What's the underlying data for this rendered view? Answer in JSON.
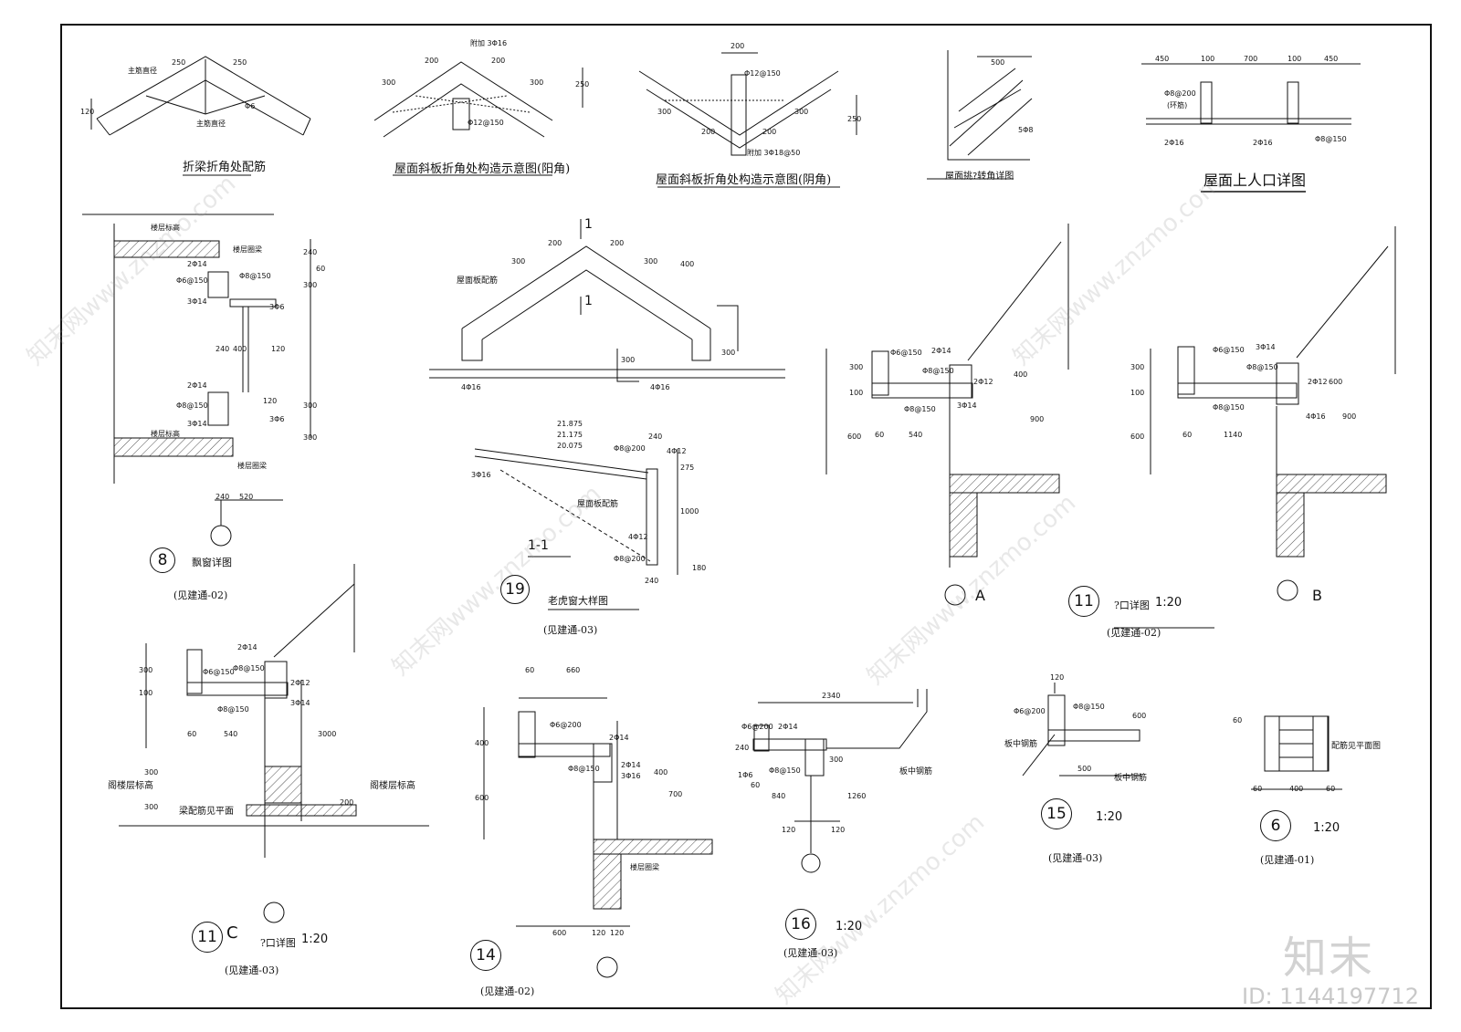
{
  "watermark": {
    "logo": "知末",
    "id_label": "ID: 1144197712",
    "diagonal_text": "知末网www.znzmo.com"
  },
  "sections": {
    "d1": {
      "title": "折梁折角处配筋",
      "labels": [
        "主筋直径",
        "主筋直径",
        "250",
        "250",
        "120",
        "Φ6"
      ]
    },
    "d2": {
      "title": "屋面斜板折角处构造示意图(阳角)",
      "labels": [
        "附加 3Φ16",
        "300",
        "200",
        "200",
        "300",
        "250",
        "Φ12@150"
      ]
    },
    "d3": {
      "title": "屋面斜板折角处构造示意图(阴角)",
      "labels": [
        "200",
        "Φ12@150",
        "300",
        "200",
        "200",
        "300",
        "250",
        "附加 3Φ18@50"
      ]
    },
    "d4": {
      "title": "屋面挑?转角详图",
      "labels": [
        "500",
        "5Φ8"
      ]
    },
    "d5": {
      "title": "屋面上人口详图",
      "labels": [
        "450",
        "100",
        "700",
        "100",
        "450",
        "Φ8@200",
        "(环筋)",
        "2Φ16",
        "2Φ16",
        "Φ8@150"
      ]
    },
    "d8": {
      "number": "8",
      "title": "飘窗详图",
      "ref": "(见建通-02)",
      "labels": [
        "楼层标高",
        "楼层圈梁",
        "240",
        "60",
        "2Φ14",
        "Φ6@150",
        "Φ8@150",
        "300",
        "3Φ14",
        "3Φ6",
        "240",
        "400",
        "120",
        "2Φ14",
        "Φ8@150",
        "120",
        "300",
        "3Φ14",
        "3Φ6",
        "楼层标高",
        "300",
        "楼层圈梁",
        "240",
        "520"
      ]
    },
    "d19": {
      "number": "19",
      "title": "老虎窗大样图",
      "ref": "(见建通-03)",
      "section_mark": "1-1",
      "labels": [
        "1",
        "1",
        "屋面板配筋",
        "300",
        "200",
        "200",
        "300",
        "400",
        "4Φ16",
        "4Φ16",
        "300",
        "300",
        "21.875",
        "21.175",
        "20.075",
        "Φ8@200",
        "240",
        "4Φ12",
        "275",
        "3Φ16",
        "屋面板配筋",
        "1000",
        "4Φ12",
        "Φ8@200",
        "180",
        "240"
      ]
    },
    "d11a": {
      "mark": "A",
      "labels": [
        "Φ6@150",
        "2Φ14",
        "Φ8@150",
        "2Φ12",
        "300",
        "100",
        "400",
        "Φ8@150",
        "3Φ14",
        "900",
        "600",
        "60",
        "540"
      ]
    },
    "d11b": {
      "mark": "B",
      "number": "11",
      "title": "?口详图",
      "scale": "1:20",
      "ref": "(见建通-02)",
      "labels": [
        "3Φ14",
        "Φ6@150",
        "Φ8@150",
        "2Φ12",
        "300",
        "100",
        "600",
        "Φ8@150",
        "4Φ16",
        "900",
        "600",
        "60",
        "1140"
      ]
    },
    "d11c": {
      "mark": "C",
      "number": "11",
      "title": "?口详图",
      "scale": "1:20",
      "ref": "(见建通-03)",
      "labels": [
        "2Φ14",
        "Φ6@150",
        "Φ8@150",
        "2Φ12",
        "300",
        "100",
        "Φ8@150",
        "3Φ14",
        "60",
        "540",
        "3000",
        "阁楼层标高",
        "300",
        "300",
        "梁配筋见平面",
        "阁楼层标高",
        "200"
      ]
    },
    "d14": {
      "number": "14",
      "ref": "(见建通-02)",
      "labels": [
        "60",
        "660",
        "Φ6@200",
        "400",
        "2Φ14",
        "Φ8@150",
        "2Φ14",
        "3Φ16",
        "400",
        "600",
        "700",
        "楼层圈梁",
        "600",
        "120",
        "120"
      ]
    },
    "d16": {
      "number": "16",
      "scale": "1:20",
      "ref": "(见建通-03)",
      "labels": [
        "2340",
        "Φ6@200",
        "2Φ14",
        "240",
        "1Φ6",
        "Φ8@150",
        "300",
        "板中钢筋",
        "60",
        "840",
        "1260",
        "120",
        "120"
      ]
    },
    "d15": {
      "number": "15",
      "scale": "1:20",
      "ref": "(见建通-03)",
      "labels": [
        "120",
        "Φ6@200",
        "Φ8@150",
        "600",
        "板中钢筋",
        "500",
        "板中钢筋"
      ]
    },
    "d6": {
      "number": "6",
      "scale": "1:20",
      "ref": "(见建通-01)",
      "labels": [
        "60",
        "配筋见平面图",
        "60",
        "400",
        "60"
      ]
    }
  }
}
